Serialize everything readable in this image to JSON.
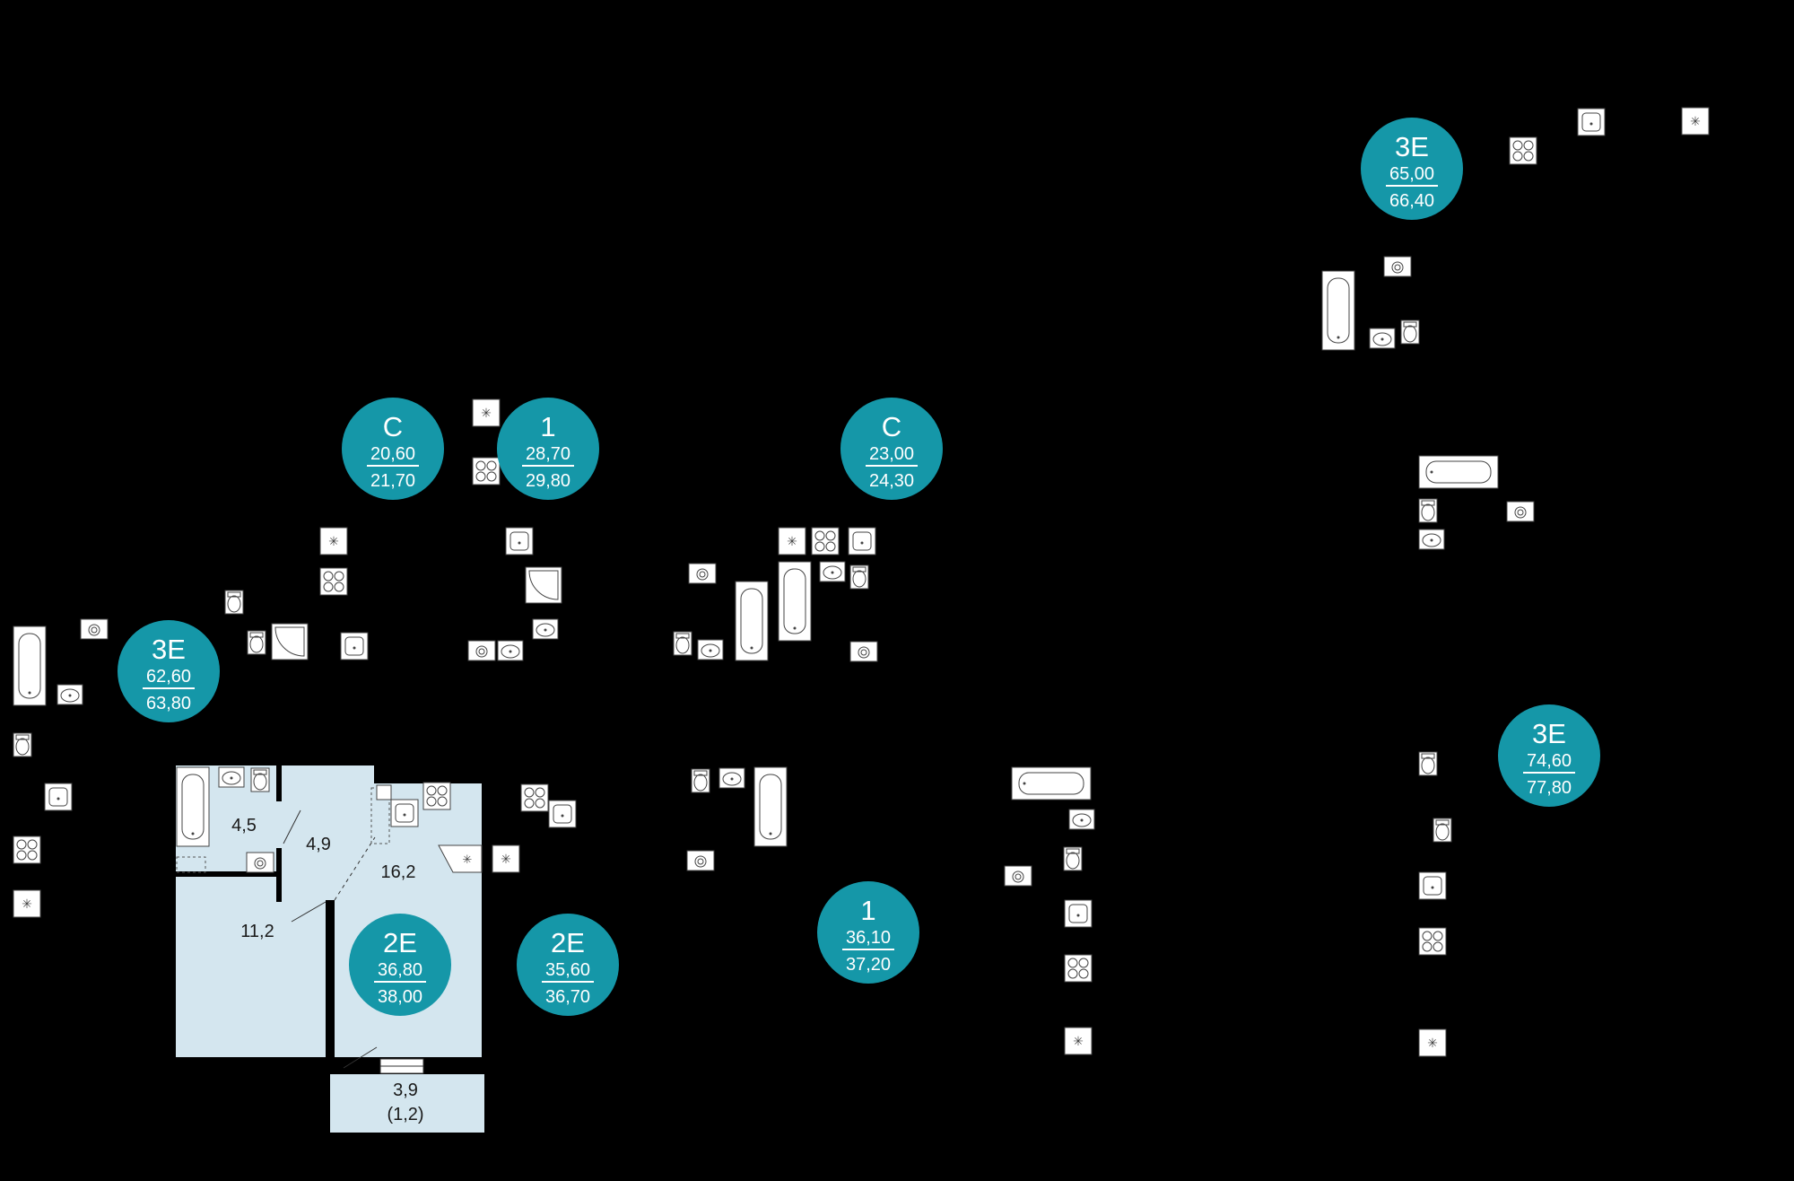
{
  "colors": {
    "background": "#000000",
    "badge": "#1597a8",
    "badge_text": "#ffffff",
    "highlight_fill": "#d4e6ef",
    "wall": "#000000",
    "fixture_fill": "#ffffff"
  },
  "apartments": [
    {
      "type": "3Е",
      "living_area": "65,00",
      "total_area": "66,40",
      "highlighted": false
    },
    {
      "type": "С",
      "living_area": "20,60",
      "total_area": "21,70",
      "highlighted": false
    },
    {
      "type": "1",
      "living_area": "28,70",
      "total_area": "29,80",
      "highlighted": false
    },
    {
      "type": "С",
      "living_area": "23,00",
      "total_area": "24,30",
      "highlighted": false
    },
    {
      "type": "3Е",
      "living_area": "62,60",
      "total_area": "63,80",
      "highlighted": false
    },
    {
      "type": "3Е",
      "living_area": "74,60",
      "total_area": "77,80",
      "highlighted": false
    },
    {
      "type": "2Е",
      "living_area": "36,80",
      "total_area": "38,00",
      "highlighted": true
    },
    {
      "type": "2Е",
      "living_area": "35,60",
      "total_area": "36,70",
      "highlighted": false
    },
    {
      "type": "1",
      "living_area": "36,10",
      "total_area": "37,20",
      "highlighted": false
    }
  ],
  "selected_rooms": [
    {
      "area": "4,5"
    },
    {
      "area": "4,9"
    },
    {
      "area": "16,2"
    },
    {
      "area": "11,2"
    },
    {
      "area": "3,9",
      "note": "(1,2)"
    }
  ],
  "fixtures": [
    "stove-icon",
    "stove-icon",
    "sink-icon",
    "sink-icon",
    "washer-icon",
    "washer-icon",
    "bathtub-icon",
    "bathtub-icon",
    "toilet-icon",
    "toilet-icon",
    "washbasin-icon",
    "shower-cabin-icon",
    "ventilation-icon",
    "ventilation-icon",
    "ventilation-icon"
  ]
}
